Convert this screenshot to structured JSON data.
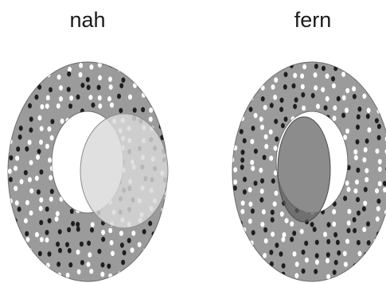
{
  "panels": [
    {
      "label": "nah",
      "ring_color": "#9b9b9b",
      "overlay_color": "#d9d9d9",
      "overlay_opacity": 0.82
    },
    {
      "label": "fern",
      "ring_color": "#9b9b9b",
      "overlay_color": "#5f5f5f",
      "overlay_opacity": 0.72
    }
  ],
  "dot_colors": {
    "dark": "#1e1e1e",
    "light": "#ffffff"
  }
}
